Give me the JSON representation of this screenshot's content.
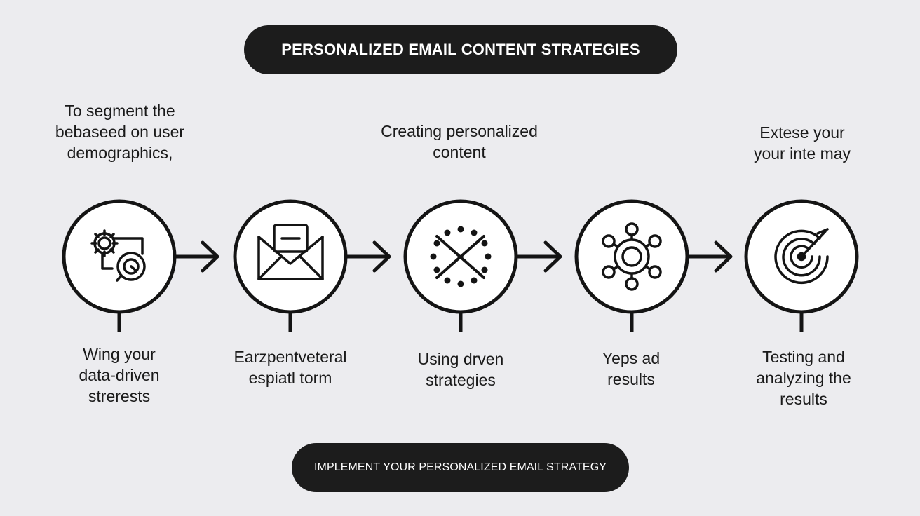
{
  "title": "PERSONALIZED EMAIL CONTENT STRATEGIES",
  "cta": "IMPLEMENT YOUR PERSONALIZED EMAIL STRATEGY",
  "top_texts": [
    "To segment the\nbebaseed on user\ndemographics,",
    "Creating personalized\ncontent",
    "Extese your\nyour inte may"
  ],
  "steps": [
    {
      "label": "Wing your\ndata-driven\nstrerests",
      "icon": "gear-target-icon"
    },
    {
      "label": "Earzpentveteral\nespiatl torm",
      "icon": "envelope-icon"
    },
    {
      "label": "Using drven\nstrategies",
      "icon": "dotted-cross-icon"
    },
    {
      "label": "Yeps ad\nresults",
      "icon": "network-hub-icon"
    },
    {
      "label": "Testing and\nanalyzing the\nresults",
      "icon": "target-icon"
    }
  ],
  "colors": {
    "background": "#ececef",
    "ink": "#141414",
    "pill": "#1c1c1c",
    "circle_fill": "#ffffff"
  }
}
